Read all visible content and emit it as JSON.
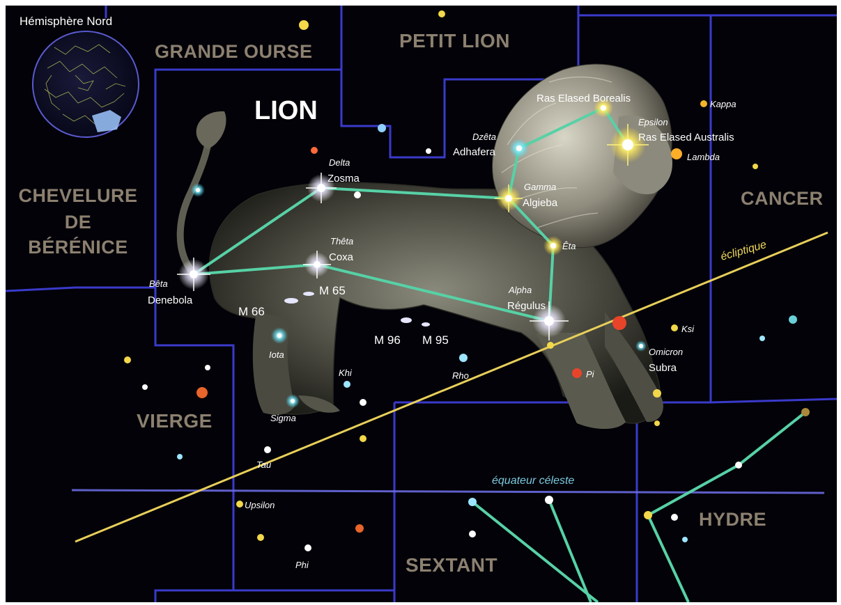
{
  "colors": {
    "background": "#020208",
    "boundary": "#3a3acb",
    "constellation_line": "#57d1a6",
    "ecliptic": "#e8cf5a",
    "equator": "#6a6ae0",
    "region_label": "#8c8070"
  },
  "inset": {
    "title": "Hémisphère Nord"
  },
  "constellation": {
    "name": "LION"
  },
  "neighbors": {
    "grande_ourse": "GRANDE OURSE",
    "petit_lion": "PETIT LION",
    "chevelure_1": "CHEVELURE",
    "chevelure_2": "DE",
    "chevelure_3": "BÉRÉNICE",
    "cancer": "CANCER",
    "vierge": "VIERGE",
    "sextant": "SEXTANT",
    "hydre": "HYDRE"
  },
  "lines": {
    "ecliptic": "écliptique",
    "equator": "équateur céleste"
  },
  "stars": {
    "beta": {
      "greek": "Bêta",
      "name": "Denebola"
    },
    "delta": {
      "greek": "Delta",
      "name": "Zosma"
    },
    "theta": {
      "greek": "Thêta",
      "name": "Coxa"
    },
    "alpha": {
      "greek": "Alpha",
      "name": "Régulus"
    },
    "gamma": {
      "greek": "Gamma",
      "name": "Algieba"
    },
    "zeta": {
      "greek": "Dzêta",
      "name": "Adhafera"
    },
    "mu": {
      "name": "Ras Elased Borealis"
    },
    "epsilon": {
      "greek": "Epsilon",
      "name": "Ras Elased Australis"
    },
    "eta": {
      "greek": "Êta"
    },
    "omicron": {
      "greek": "Omicron",
      "name": "Subra"
    },
    "kappa": {
      "greek": "Kappa"
    },
    "lambda": {
      "greek": "Lambda"
    },
    "ksi": {
      "greek": "Ksi"
    },
    "pi": {
      "greek": "Pi"
    },
    "rho": {
      "greek": "Rho"
    },
    "khi": {
      "greek": "Khi"
    },
    "iota": {
      "greek": "Iota"
    },
    "sigma": {
      "greek": "Sigma"
    },
    "tau": {
      "greek": "Tau"
    },
    "upsilon": {
      "greek": "Upsilon"
    },
    "phi": {
      "greek": "Phi"
    }
  },
  "messier": {
    "m65": "M 65",
    "m66": "M 66",
    "m96": "M 96",
    "m95": "M 95"
  }
}
